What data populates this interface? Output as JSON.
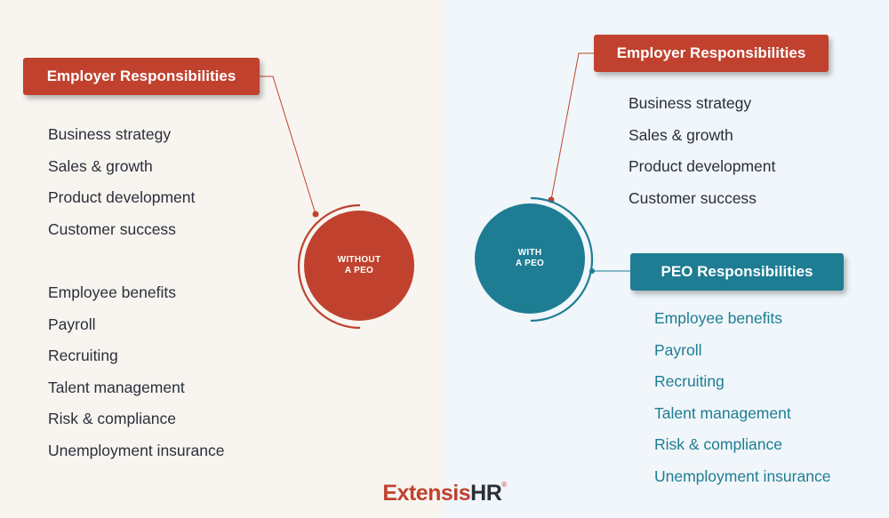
{
  "left": {
    "header": "Employer Responsibilities",
    "circle_line1": "WITHOUT",
    "circle_line2": "A PEO",
    "employer_items": [
      "Business strategy",
      "Sales & growth",
      "Product development",
      "Customer success"
    ],
    "other_items": [
      "Employee benefits",
      "Payroll",
      "Recruiting",
      "Talent management",
      "Risk & compliance",
      "Unemployment insurance"
    ]
  },
  "right": {
    "header": "Employer Responsibilities",
    "circle_line1": "WITH",
    "circle_line2": "A PEO",
    "employer_items": [
      "Business strategy",
      "Sales & growth",
      "Product development",
      "Customer success"
    ],
    "peo_header": "PEO Responsibilities",
    "peo_items": [
      "Employee benefits",
      "Payroll",
      "Recruiting",
      "Talent management",
      "Risk & compliance",
      "Unemployment insurance"
    ]
  },
  "logo": {
    "part1": "Extensis",
    "part2": "HR",
    "mark": "®"
  },
  "colors": {
    "red": "#c0422e",
    "teal": "#1e7d93",
    "text": "#2b2f3a",
    "left_bg": "#f8f5f0",
    "right_bg": "#f0f6fa"
  }
}
